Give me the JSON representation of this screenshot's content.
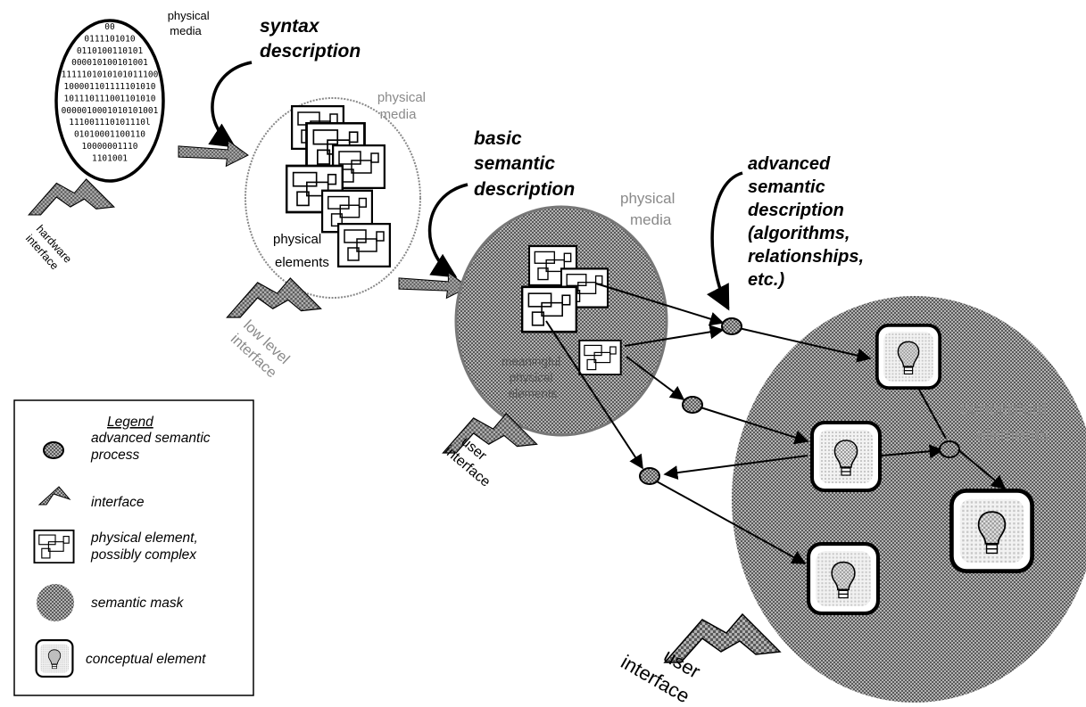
{
  "colors": {
    "ink": "#000000",
    "mask": "#8c8c8c",
    "soft": "#d6d6d6",
    "paper": "#ffffff",
    "text_gray": "#8a8a8a"
  },
  "icons": [
    "arrow-icon",
    "interface-icon",
    "physical-element-icon",
    "lightbulb-icon",
    "semantic-process-icon",
    "semantic-mask-icon"
  ],
  "binary_lines": [
    "00",
    "0111101010",
    "0110100110101",
    "000010100101001",
    "1111101010101011100",
    "100001101111101010",
    "101110111001101010",
    "0000010001010101001",
    "111001110101110l",
    "01010001100110",
    "10000001110",
    "1101001"
  ],
  "labels": {
    "physical_media_1": [
      "physical",
      "media"
    ],
    "syntax_description": [
      "syntax",
      "description"
    ],
    "hardware_interface": [
      "hardware",
      "interface"
    ],
    "physical_media_2": [
      "physical",
      "media"
    ],
    "physical_elements": [
      "physical",
      "elements"
    ],
    "low_level_interface": [
      "low level",
      "interface"
    ],
    "basic_semantic_description": [
      "basic",
      "semantic",
      "description"
    ],
    "physical_media_3": [
      "physical",
      "media"
    ],
    "meaningful_elements": [
      "meaningful",
      "physical",
      "elements"
    ],
    "user_interface_1": [
      "user",
      "interface"
    ],
    "advanced_semantic_description": [
      "advanced",
      "semantic",
      "description",
      "(algorithms,",
      "relationships,",
      "etc.)"
    ],
    "conceptual_elements": [
      "conceptual",
      "elements"
    ],
    "user_interface_2": [
      "user",
      "interface"
    ]
  },
  "legend": {
    "title": "Legend",
    "items": [
      {
        "icon": "semantic-process-icon",
        "text": [
          "advanced semantic",
          "process"
        ]
      },
      {
        "icon": "interface-icon",
        "text": [
          "interface"
        ]
      },
      {
        "icon": "physical-element-icon",
        "text": [
          "physical element,",
          "possibly complex"
        ]
      },
      {
        "icon": "semantic-mask-icon",
        "text": [
          "semantic mask"
        ]
      },
      {
        "icon": "lightbulb-icon",
        "text": [
          "conceptual element"
        ]
      }
    ]
  }
}
